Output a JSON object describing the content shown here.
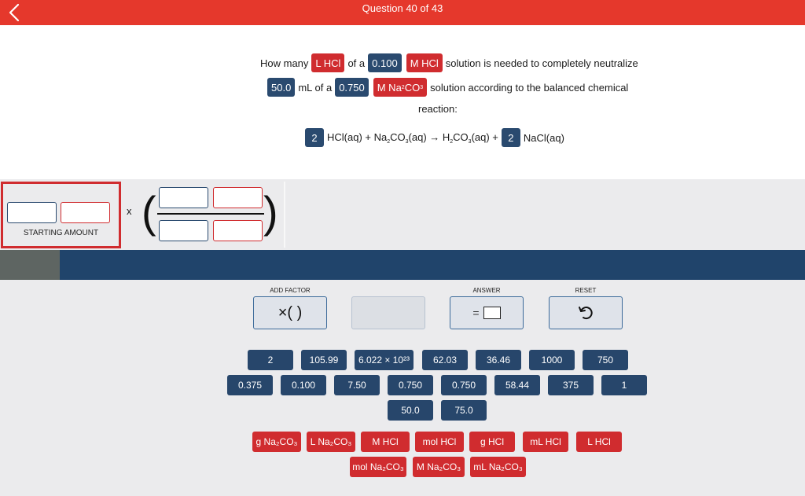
{
  "header": {
    "title": "Question 40 of 43"
  },
  "question": {
    "w_how_many": "How many",
    "tag_l_hcl": "L HCl",
    "w_of_a_1": "of a",
    "tag_0100": "0.100",
    "tag_m_hcl": "M HCl",
    "w_solution_needed": "solution is needed to completely neutralize",
    "tag_500": "50.0",
    "w_ml_of_a": "mL of a",
    "tag_0750": "0.750",
    "tag_m_na2co3_base": "M Na",
    "w_according": "solution according to the balanced chemical",
    "w_reaction": "reaction:"
  },
  "equation": {
    "coef_1": "2",
    "left": "HCl(aq) + Na",
    "mid1": "CO",
    "mid2": "(aq) → H",
    "mid3": "CO",
    "mid4": "(aq) +",
    "coef_2": "2",
    "right": "NaCl(aq)"
  },
  "setup": {
    "starting_label": "STARTING AMOUNT",
    "times_sign": "x"
  },
  "controls": {
    "add_factor_label": "ADD FACTOR",
    "add_factor_text": "×( )",
    "answer_label": "ANSWER",
    "answer_eq": "=",
    "reset_label": "RESET"
  },
  "number_tiles": {
    "row1": [
      "2",
      "105.99",
      "6.022 × 10²³",
      "62.03",
      "36.46",
      "1000",
      "750"
    ],
    "row2": [
      "0.375",
      "0.100",
      "7.50",
      "0.750",
      "0.750",
      "58.44",
      "375",
      "1"
    ],
    "row3": [
      "50.0",
      "75.0"
    ]
  },
  "unit_tiles": {
    "row1": [
      "g Na₂CO₃",
      "L Na₂CO₃",
      "M HCl",
      "mol HCl",
      "g HCl",
      "mL HCl",
      "L HCl"
    ],
    "row2": [
      "mol Na₂CO₃",
      "M Na₂CO₃",
      "mL Na₂CO₃"
    ]
  },
  "colors": {
    "topbar": "#e5382c",
    "blue_tile": "#27466b",
    "red_tile": "#d02c2f",
    "band": "#20446b"
  },
  "icons": {
    "back": "chevron-left-icon",
    "reset": "undo-icon",
    "answer_box": "answer-square-icon"
  }
}
